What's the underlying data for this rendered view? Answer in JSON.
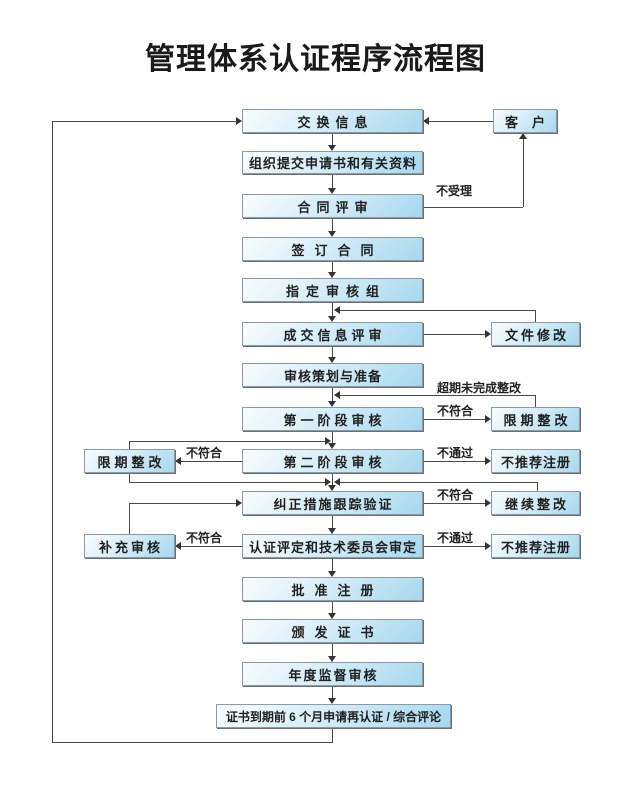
{
  "title": "管理体系认证程序流程图",
  "colors": {
    "box_fill_light": "#f9fdff",
    "box_fill_dark": "#a6d8ef",
    "box_border": "#8d9aa3",
    "connector_line": "#4a4a4a",
    "text": "#1f1f1f",
    "background": "#ffffff"
  },
  "nodes": {
    "exchange_info": "交换信息",
    "customer": "客户",
    "submit_application": "组织提交申请书和有关资料",
    "contract_review": "合同评审",
    "sign_contract": "签订合同",
    "assign_audit_team": "指定审核组",
    "transaction_info_review": "成交信息评审",
    "doc_modification": "文件修改",
    "audit_planning": "审核策划与准备",
    "stage1_audit": "第一阶段审核",
    "limited_rectification_right": "限期整改",
    "stage2_audit": "第二阶段审核",
    "limited_rectification_left": "限期整改",
    "no_recommend_registration_1": "不推荐注册",
    "corrective_action_tracking": "纠正措施跟踪验证",
    "continue_rectification": "继续整改",
    "cert_evaluation": "认证评定和技术委员会审定",
    "supplementary_audit": "补充审核",
    "no_recommend_registration_2": "不推荐注册",
    "approve_registration": "批准注册",
    "issue_certificate": "颁发证书",
    "annual_surveillance_audit": "年度监督审核",
    "recertification": "证书到期前 6 个月申请再认证 / 综合评论"
  },
  "edge_labels": {
    "not_accepted": "不受理",
    "overdue_rectification": "超期未完成整改",
    "stage1_nonconforming": "不符合",
    "stage2_nonconforming": "不符合",
    "stage2_fail": "不通过",
    "tracking_nonconforming": "不符合",
    "evaluation_nonconforming": "不符合",
    "evaluation_fail": "不通过"
  }
}
